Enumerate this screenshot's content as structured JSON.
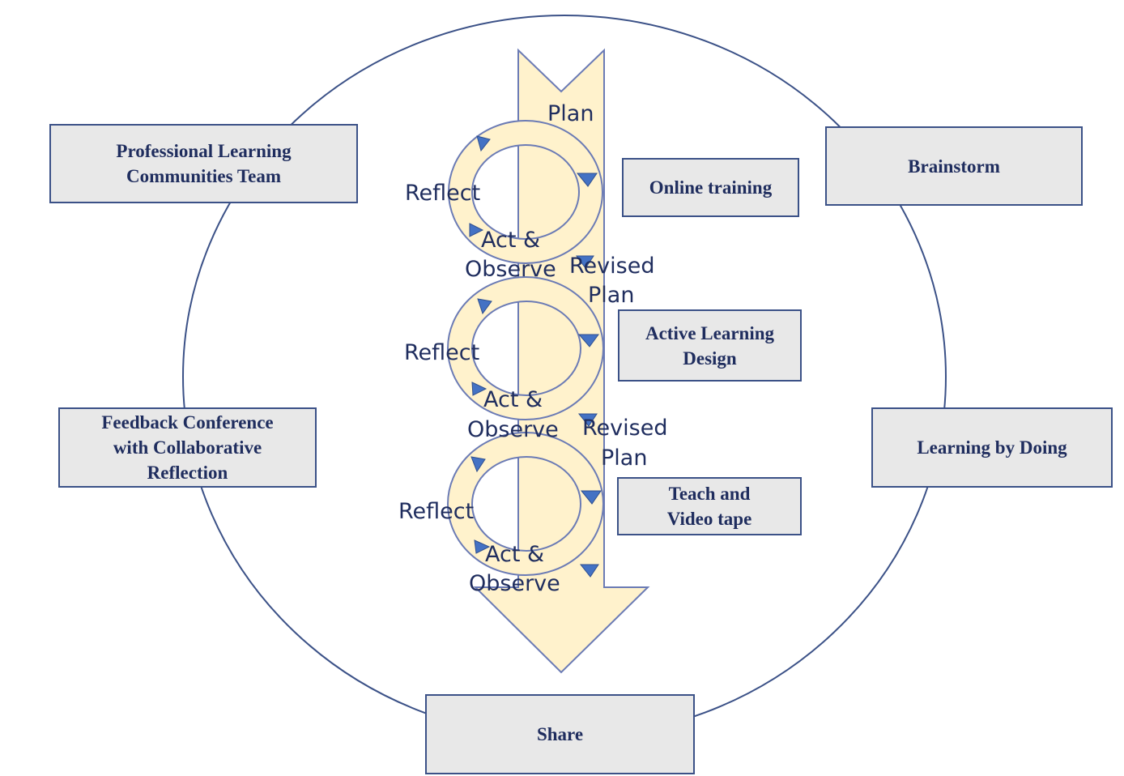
{
  "diagram": {
    "outer_boxes": {
      "plc_team": "Professional Learning\nCommunities Team",
      "brainstorm": "Brainstorm",
      "feedback": "Feedback Conference\nwith Collaborative\nReflection",
      "learning_by_doing": "Learning by Doing",
      "share": "Share"
    },
    "inner_boxes": {
      "online_training": "Online training",
      "active_learning": "Active Learning\nDesign",
      "teach_video": "Teach and\nVideo tape"
    },
    "cycle_labels": {
      "plan": "Plan",
      "reflect": "Reflect",
      "act_line1": "Act &",
      "act_line2": "Observe",
      "revised_line1": "Revised",
      "revised_line2": "Plan"
    },
    "colors": {
      "outline": "#3b5187",
      "arrow_fill": "#fff2cc",
      "arrow_stroke": "#6b7bb5",
      "box_fill": "#e8e8e8",
      "text": "#1f2d5e",
      "pointer": "#4472c4"
    }
  }
}
